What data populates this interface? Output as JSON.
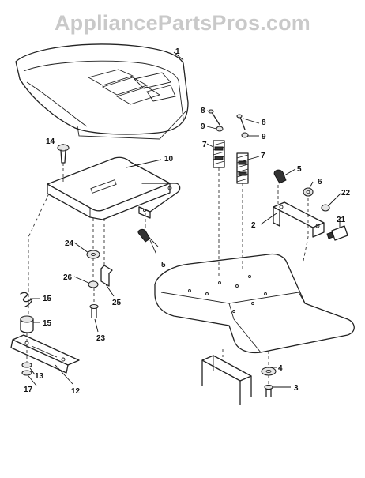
{
  "watermark": "AppliancePartsPros.com",
  "callouts": {
    "c1": "1",
    "c2": "2",
    "c3": "3",
    "c4": "4",
    "c5a": "5",
    "c5b": "5",
    "c6": "6",
    "c7a": "7",
    "c7b": "7",
    "c8a": "8",
    "c8b": "8",
    "c9a": "9",
    "c9b": "9",
    "c10": "10",
    "c12": "12",
    "c13": "13",
    "c14": "14",
    "c15a": "15",
    "c15b": "15",
    "c17": "17",
    "c21": "21",
    "c22": "22",
    "c23": "23",
    "c24": "24",
    "c25": "25",
    "c26": "26"
  }
}
